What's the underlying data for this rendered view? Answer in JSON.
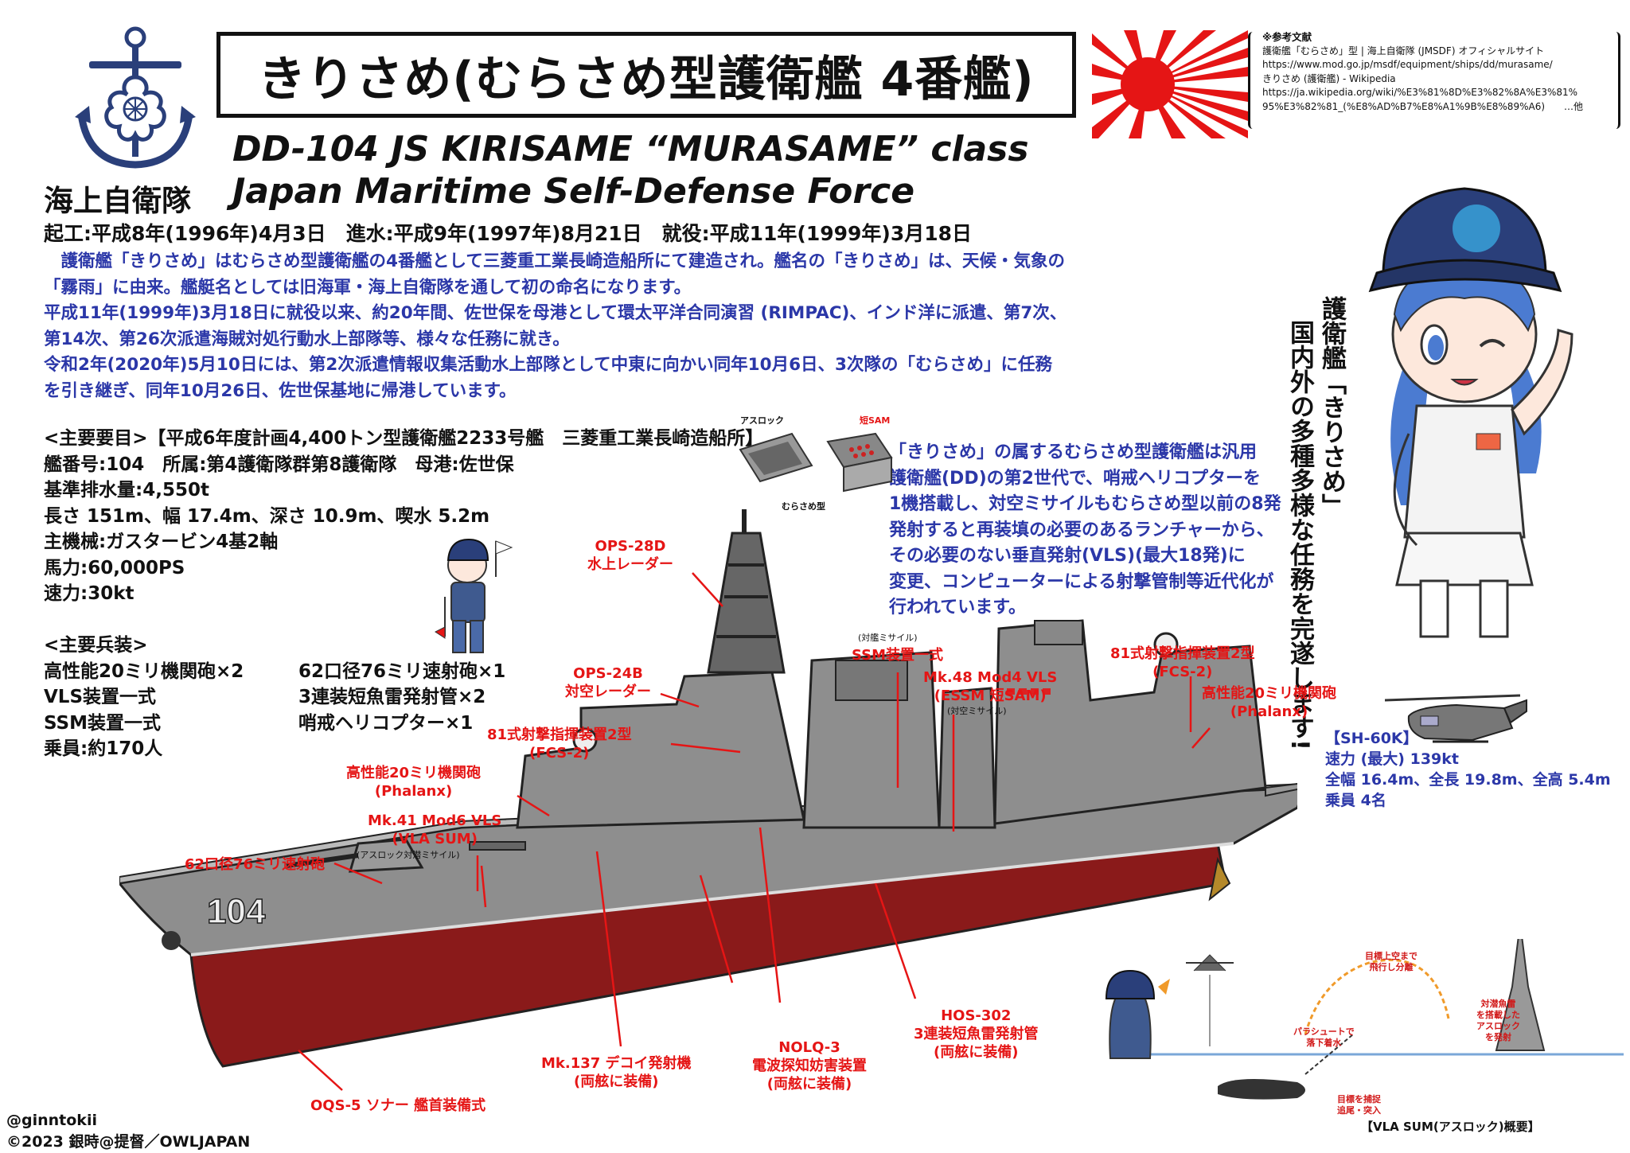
{
  "title": "きりさめ(むらさめ型護衛艦 4番艦)",
  "references": {
    "heading": "※参考文献",
    "lines": [
      "護衛艦「むらさめ」型 | 海上自衛隊 (JMSDF) オフィシャルサイト",
      "https://www.mod.go.jp/msdf/equipment/ships/dd/murasame/",
      "きりさめ (護衛艦) - Wikipedia",
      "https://ja.wikipedia.org/wiki/%E3%81%8D%E3%82%8A%E3%81%",
      "95%E3%82%81_(%E8%AD%B7%E8%A1%9B%E8%89%A6)　　…他"
    ]
  },
  "ship_id": "DD-104  JS  KIRISAME  “MURASAME” class",
  "org_jp": "海上自衛隊",
  "org_en": "Japan Maritime Self-Defense Force",
  "dates": "起工:平成8年(1996年)4月3日　進水:平成9年(1997年)8月21日　就役:平成11年(1999年)3月18日",
  "intro": [
    "　護衛艦「きりさめ」はむらさめ型護衛艦の4番艦として三菱重工業長崎造船所にて建造され。艦名の「きりさめ」は、天候・気象の",
    "「霧雨」に由来。艦艇名としては旧海軍・海上自衛隊を通して初の命名になります。",
    "平成11年(1999年)3月18日に就役以来、約20年間、佐世保を母港として環太平洋合同演習 (RIMPAC)、インド洋に派遣、第7次、",
    "第14次、第26次派遣海賊対処行動水上部隊等、様々な任務に就き。",
    "令和2年(2020年)5月10日には、第2次派遣情報収集活動水上部隊として中東に向かい同年10月6日、3次隊の「むらさめ」に任務",
    "を引き継ぎ、同年10月26日、佐世保基地に帰港しています。"
  ],
  "specs": [
    "<主要要目>【平成6年度計画4,400トン型護衛艦2233号艦　三菱重工業長崎造船所】",
    "艦番号:104　所属:第4護衛隊群第8護衛隊　母港:佐世保",
    "基準排水量:4,550t",
    "長さ 151m、幅 17.4m、深さ 10.9m、喫水 5.2m",
    "主機械:ガスタービン4基2軸",
    "馬力:60,000PS",
    "速力:30kt"
  ],
  "armament": {
    "heading": "<主要兵装>",
    "rows": [
      [
        "高性能20ミリ機関砲×2",
        "62口径76ミリ速射砲×1"
      ],
      [
        "VLS装置一式",
        "3連装短魚雷発射管×2"
      ],
      [
        "SSM装置一式",
        "哨戒ヘリコプター×1"
      ],
      [
        "乗員:約170人",
        ""
      ]
    ]
  },
  "description": [
    "「きりさめ」の属するむらさめ型護衛艦は汎用",
    "護衛艦(DD)の第2世代で、哨戒ヘリコプターを",
    "1機搭載し、対空ミサイルもむらさめ型以前の8発",
    "発射すると再装填の必要のあるランチャーから、",
    "その必要のない垂直発射(VLS)(最大18発)に",
    "変更、コンピューターによる射撃管制等近代化が",
    "行われています。"
  ],
  "vertical_text": [
    "護衛艦「きりさめ」",
    "国内外の多種多様な任務を完遂します!"
  ],
  "inset": {
    "asroc": "アスロック",
    "short_sam": "短SAM",
    "caption": "むらさめ型"
  },
  "hull_number": "104",
  "labels": {
    "ops28d": [
      "OPS-28D",
      "水上レーダー"
    ],
    "ops24b": [
      "OPS-24B",
      "対空レーダー"
    ],
    "fcs2_fwd": [
      "81式射撃指揮装置2型",
      "(FCS-2)"
    ],
    "ciws_fwd": [
      "高性能20ミリ機関砲",
      "(Phalanx)"
    ],
    "vla": [
      "Mk.41 Mod6 VLS",
      "(VLA SUM)"
    ],
    "vla_note": "(アスロック対潜ミサイル)",
    "gun": "62口径76ミリ速射砲",
    "ssm_note": "(対艦ミサイル)",
    "ssm": "SSM装置一式",
    "essm": [
      "Mk.48 Mod4 VLS",
      "(ESSM 短SAM)"
    ],
    "essm_note": "(対空ミサイル)",
    "fcs2_aft": [
      "81式射撃指揮装置2型",
      "(FCS-2)"
    ],
    "ciws_aft": [
      "高性能20ミリ機関砲",
      "(Phalanx)"
    ],
    "decoy": [
      "Mk.137 デコイ発射機",
      "(両舷に装備)"
    ],
    "nolq": [
      "NOLQ-3",
      "電波探知妨害装置",
      "(両舷に装備)"
    ],
    "hos": [
      "HOS-302",
      "3連装短魚雷発射管",
      "(両舷に装備)"
    ],
    "sonar": "OQS-5 ソナー 艦首装備式"
  },
  "helicopter": [
    "【SH-60K】",
    "速力 (最大) 139kt",
    "全幅 16.4m、全長 19.8m、全高 5.4m",
    "乗員 4名"
  ],
  "vla_diagram": {
    "notes": {
      "separate": [
        "目標上空まで",
        "飛行し分離"
      ],
      "parachute": [
        "パラシュートで",
        "落下着水"
      ],
      "launch": [
        "対潜魚雷",
        "を搭載した",
        "アスロック",
        "を発射"
      ],
      "capture": [
        "目標を捕捉",
        "追尾・突入"
      ]
    },
    "caption": "【VLA SUM(アスロック)概要】"
  },
  "credits": [
    "@ginntokii",
    "©2023 銀時@提督／OWLJAPAN"
  ],
  "colors": {
    "label_red": "#e51515",
    "text_blue": "#2b37a8",
    "hull_gray": "#8e8e8e",
    "hull_red": "#8a1a1a",
    "cap_navy": "#2a3f7a"
  }
}
